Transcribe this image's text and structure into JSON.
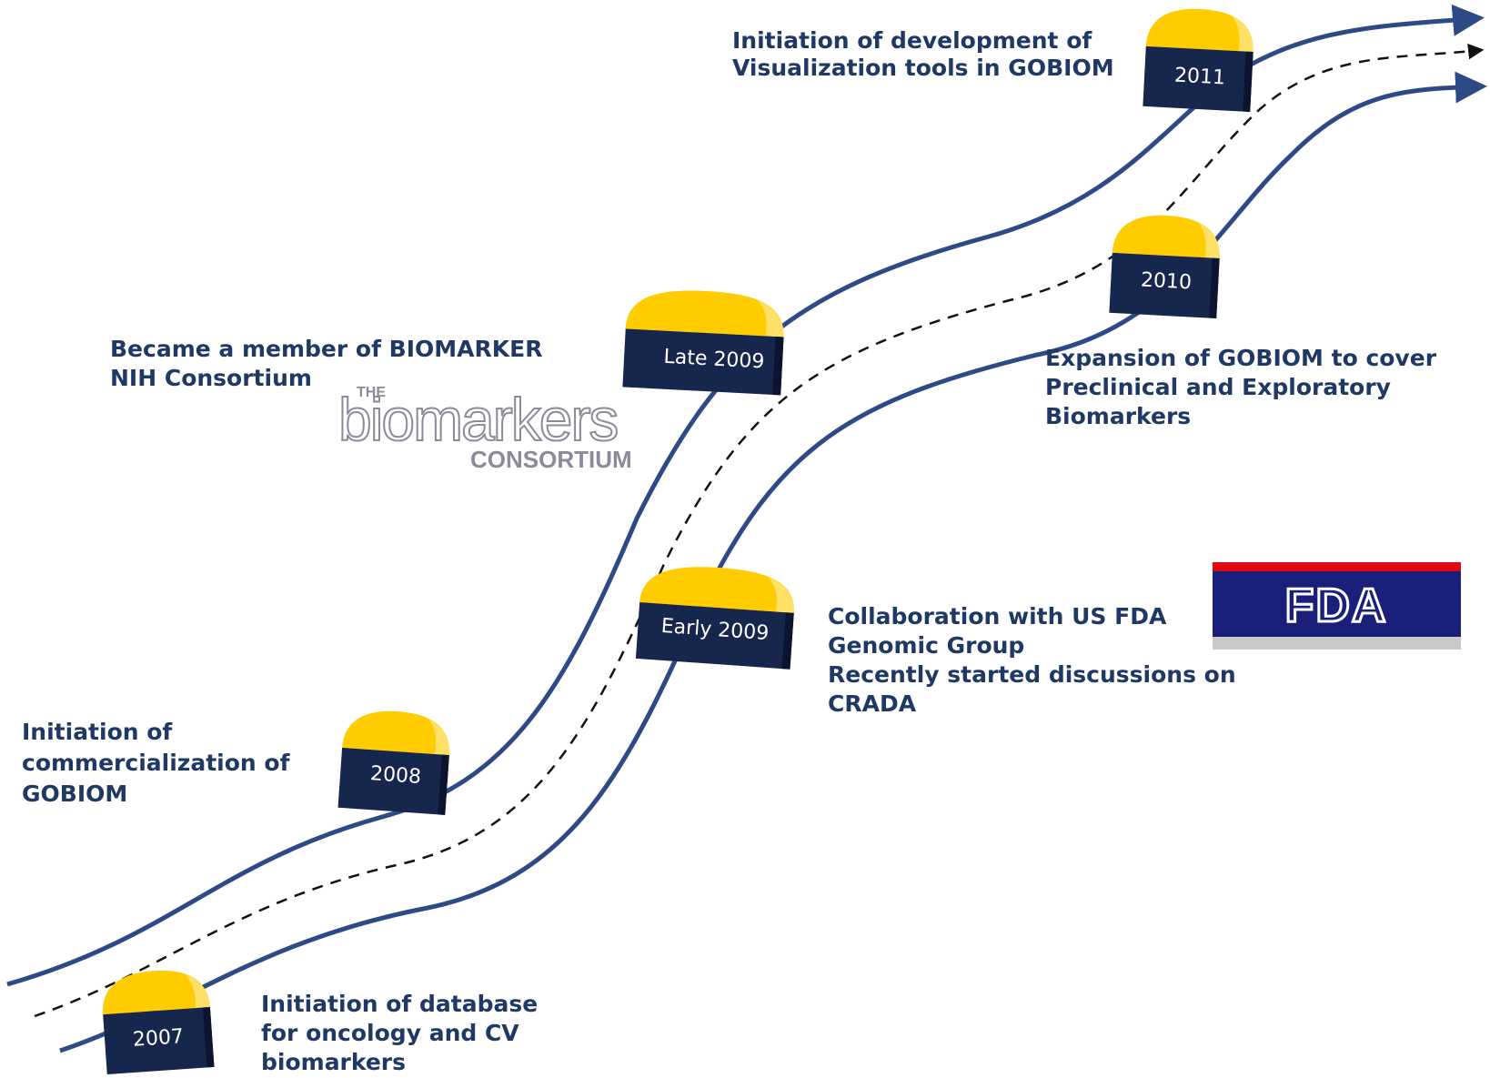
{
  "milestones": [
    {
      "year": "2007",
      "lines": [
        "Initiation of database",
        "for oncology and CV",
        "biomarkers"
      ]
    },
    {
      "year": "2008",
      "lines": [
        "Initiation of",
        "commercialization of",
        "GOBIOM"
      ]
    },
    {
      "year": "Early 2009",
      "lines": [
        "Collaboration with US FDA",
        "Genomic Group",
        "Recently started discussions on",
        "CRADA"
      ]
    },
    {
      "year": "Late 2009",
      "lines": [
        "Became a member of BIOMARKER",
        "NIH Consortium"
      ]
    },
    {
      "year": "2010",
      "lines": [
        "Expansion of GOBIOM to cover",
        "Preclinical and Exploratory",
        "Biomarkers"
      ]
    },
    {
      "year": "2011",
      "lines": [
        "Initiation of development of",
        "Visualization tools in GOBIOM"
      ]
    }
  ],
  "logos": {
    "fda": {
      "text": "FDA"
    },
    "biomarkers": {
      "the": "THE",
      "main": "biomarkers",
      "sub": "CONSORTIUM"
    }
  },
  "colors": {
    "road_line": "#2e4a86",
    "road_center": "#111111",
    "text": "#1f3864",
    "stone_top": "#ffcc00",
    "stone_top_shade": "#e6b800",
    "stone_base": "#16264d",
    "fda_blue": "#1a1f7a",
    "fda_red": "#e30613",
    "fda_gray": "#c9c9c9",
    "logo_gray": "#8a8a9a"
  }
}
